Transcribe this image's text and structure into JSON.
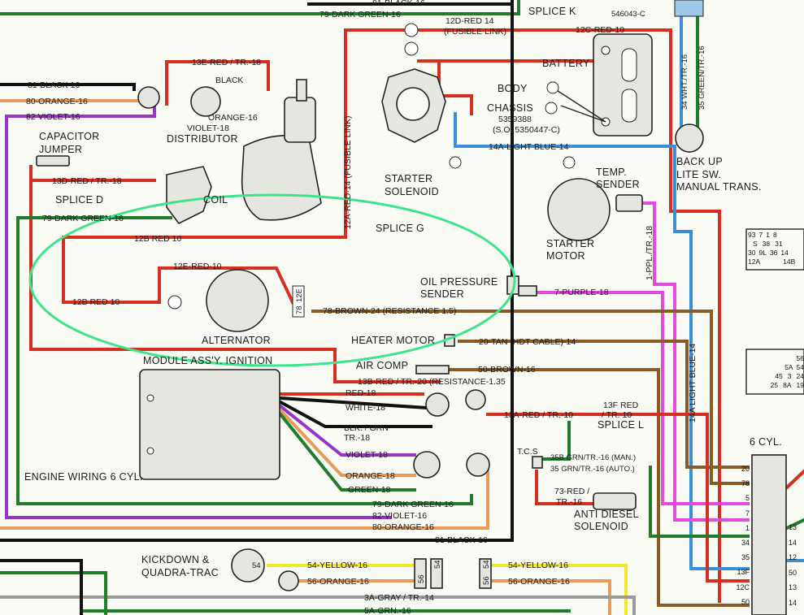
{
  "highlight_color": "#3ee38a",
  "wire_colors": {
    "red": "#d62e1f",
    "green": "#1f7d2b",
    "black": "#111111",
    "orange": "#e79a5a",
    "violet": "#9a33c9",
    "light_blue": "#3b8fd6",
    "brown": "#8a5a23",
    "purple": "#e649dd",
    "yellow": "#f2e62f",
    "gray": "#9a9a9a"
  },
  "wires": {
    "w81_black_top": "81-BLACK-16",
    "w79_dkgrn_top": "79-DARK GREEN-16",
    "w81_black": "81-BLACK 16",
    "w80_orange": "80-ORANGE-16",
    "w82_violet": "82 VIOLET-16",
    "w13e_red": "13E-RED / TR.-18",
    "w12d_red": "12D-RED 14",
    "fusible_link": "(FUSIBLE LINK)",
    "w12c_red": "12C-RED-10",
    "w34_wht": "34 WHT./TR.-16",
    "w35_grn": "35 GREEN/TR.-16",
    "w13d_red": "13D-RED / TR.-18",
    "w79_dkgrn": "79-DARK GREEN-16",
    "w12b_red_a": "12B RED 10",
    "w12b_red_b": "12B RED 10",
    "w12e_red": "12E-RED-10",
    "w12a_red": "12A-RED-14 (FUSIBLE LINK)",
    "w14a_ltblue": "14A-LIGHT BLUE-14",
    "w1_ppl": "1-PPL./TR.-18",
    "w7_purple": "7-PURPLE-18",
    "w78_brown": "78-BROWN-24 (RESISTANCE 1.5)",
    "w20_tan": "20-TAN (HDT CABLE)-14",
    "w50_brown": "50-BROWN-16",
    "w13b_red": "13B-RED / TR.-20 (RESISTANCE-1.35",
    "red_18": "RED-18",
    "white_18": "WHITE-18",
    "blk_grn": "BLK. / GRN",
    "tr_18": "TR.-18",
    "violet_18": "VIOLET-18",
    "orange_18": "ORANGE-18",
    "green_18": "GREEN-18",
    "w13a_red": "13A-RED / TR.-10",
    "w13f_red": "13F RED",
    "w13f_tr": "/ TR. 10",
    "w35b_grn": "35B GRN/TR.-16 (MAN.)",
    "w35_grn_auto": "35 GRN/TR.-16 (AUTO.)",
    "w73_red": "73-RED /",
    "w73_tr": "TR.-16",
    "w14a_ltblue_v": "14A LIGHT BLUE-14",
    "w79_dkgrn_b": "79-DARK GREEN-16",
    "w82_violet_b": "82-VIOLET-16",
    "w80_orange_b": "80-ORANGE-16",
    "w81_black_b": "81-BLACK-16",
    "w54_yellow_a": "54-YELLOW-16",
    "w56_orange_a": "56-ORANGE-16",
    "w54_yellow_b": "54-YELLOW-16",
    "w56_orange_b": "56-ORANGE-16",
    "w3a_gray": "3A-GRAY / TR.-14",
    "w5a_grn": "5A-GRN.-16",
    "black_dist": "BLACK",
    "orange_dist": "ORANGE-16",
    "violet_dist": "VIOLET-18"
  },
  "components": {
    "splice_k": "SPLICE K",
    "part_546043": "546043-C",
    "battery": "BATTERY",
    "body": "BODY",
    "chassis": "CHASSIS",
    "part_5359388": "5359388",
    "so_5350447": "(S.O. 5350447-C)",
    "back_up_1": "BACK UP",
    "back_up_2": "LITE SW.",
    "back_up_3": "MANUAL TRANS.",
    "capacitor_1": "CAPACITOR",
    "capacitor_2": "JUMPER",
    "distributor": "DISTRIBUTOR",
    "splice_d": "SPLICE D",
    "coil": "COIL",
    "starter_solenoid_1": "STARTER",
    "starter_solenoid_2": "SOLENOID",
    "temp_sender_1": "TEMP.",
    "temp_sender_2": "SENDER",
    "splice_g": "SPLICE G",
    "starter_motor_1": "STARTER",
    "starter_motor_2": "MOTOR",
    "oil_sender_1": "OIL PRESSURE",
    "oil_sender_2": "SENDER",
    "alternator": "ALTERNATOR",
    "heater_motor": "HEATER MOTOR",
    "module_ignition": "MODULE ASS'Y. IGNITION",
    "air_comp": "AIR COMP",
    "splice_l": "SPLICE L",
    "tcs": "T.C.S",
    "anti_diesel_1": "ANTI DIESEL",
    "anti_diesel_2": "SOLENOID",
    "engine_wiring": "ENGINE WIRING 6 CYL.",
    "six_cyl": "6 CYL.",
    "kickdown_1": "KICKDOWN &",
    "kickdown_2": "QUADRA-TRAC",
    "alt_term_12e": "12E",
    "alt_term_78": "78",
    "kd_54": "54",
    "kd_54b": "54",
    "kd_56": "56",
    "kd_56b": "56",
    "kd_54c": "54",
    "kd_54d": "54"
  },
  "fuse_block": {
    "row1": [
      "93",
      "7",
      "1",
      "8"
    ],
    "row2": [
      "S",
      "38",
      "31"
    ],
    "row3": [
      "30",
      "9L",
      "36",
      "14"
    ],
    "row4": [
      "12A",
      "14B"
    ],
    "lower_row1": [
      "56"
    ],
    "lower_row2": [
      "5A",
      "54"
    ],
    "lower_row3": [
      "45",
      "3",
      "24"
    ],
    "lower_row4": [
      "25",
      "8A",
      "19"
    ]
  },
  "connector_pins": {
    "left": [
      "20",
      "78",
      "5",
      "7",
      "1",
      "34",
      "35",
      "13F",
      "12C",
      "50"
    ],
    "right": [
      "13",
      "14",
      "12",
      "50",
      "13",
      "14"
    ]
  }
}
